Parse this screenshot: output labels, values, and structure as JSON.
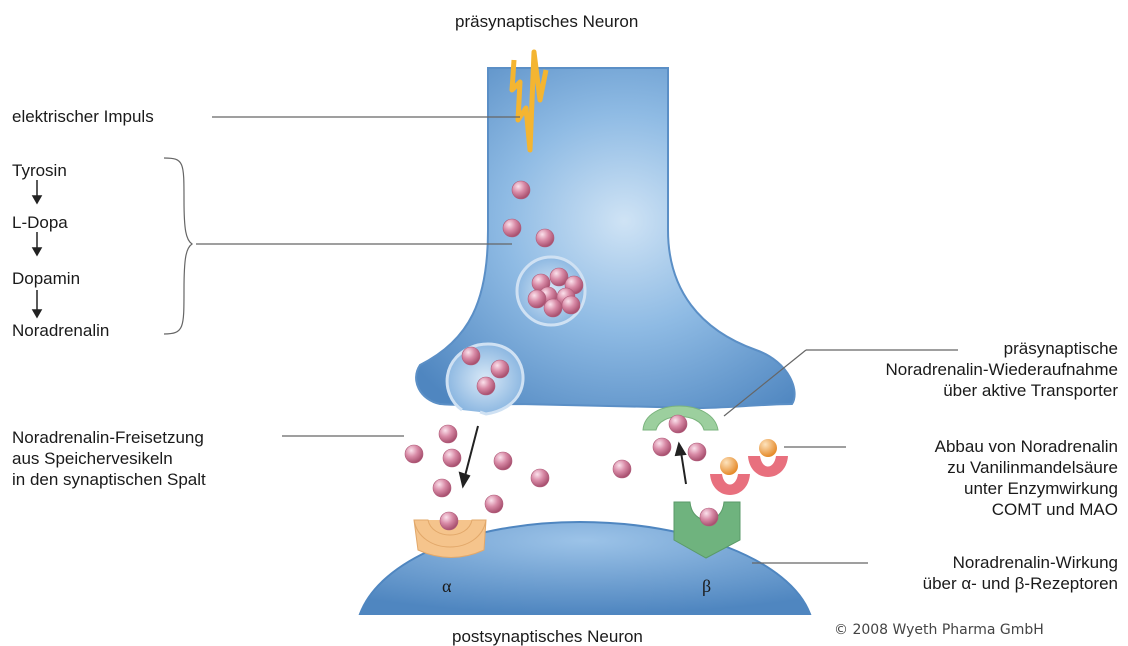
{
  "labels": {
    "top": "präsynaptisches Neuron",
    "bottom": "postsynaptisches Neuron",
    "impulse": "elektrischer Impuls",
    "synthesis": [
      "Tyrosin",
      "L-Dopa",
      "Dopamin",
      "Noradrenalin"
    ],
    "release": [
      "Noradrenalin-Freisetzung",
      "aus Speichervesikeln",
      "in den synaptischen Spalt"
    ],
    "reuptake": [
      "präsynaptische",
      "Noradrenalin-Wiederaufnahme",
      "über aktive Transporter"
    ],
    "breakdown": [
      "Abbau von Noradrenalin",
      "zu Vanilinmandelsäure",
      "unter Enzymwirkung",
      "COMT und MAO"
    ],
    "effect": [
      "Noradrenalin-Wirkung",
      "über α- und β-Rezeptoren"
    ],
    "alpha": "α",
    "beta": "β",
    "copyright": "© 2008 Wyeth Pharma GmbH"
  },
  "colors": {
    "neuron": "#6fa3d8",
    "neuron_dark": "#4f86c0",
    "molecule": "#d88aa6",
    "alpha_receptor": "#f5c48c",
    "beta_receptor": "#6fb37e",
    "transporter": "#9ccf9e",
    "enzyme": "#e8707e",
    "enzyme_core": "#f2a050",
    "impulse": "#f4b531"
  }
}
